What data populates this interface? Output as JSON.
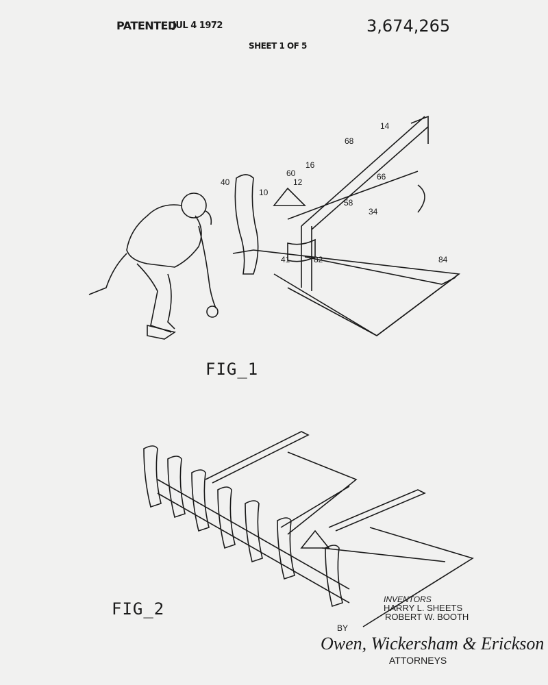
{
  "header": {
    "patented_label": "PATENTED",
    "date": "JUL  4 1972",
    "patent_number": "3,674,265",
    "sheet": "SHEET 1 OF 5"
  },
  "figures": {
    "fig1": {
      "title": "FIG_1",
      "reference_numerals": [
        "14",
        "68",
        "16",
        "60",
        "12",
        "10",
        "40",
        "66",
        "58",
        "34",
        "41",
        "82",
        "84"
      ]
    },
    "fig2": {
      "title": "FIG_2"
    }
  },
  "inventors": {
    "label": "INVENTORS",
    "names": [
      "HARRY L. SHEETS",
      "ROBERT W. BOOTH"
    ]
  },
  "by_label": "BY",
  "signature": "Owen, Wickersham & Erickson",
  "attorneys_label": "ATTORNEYS"
}
